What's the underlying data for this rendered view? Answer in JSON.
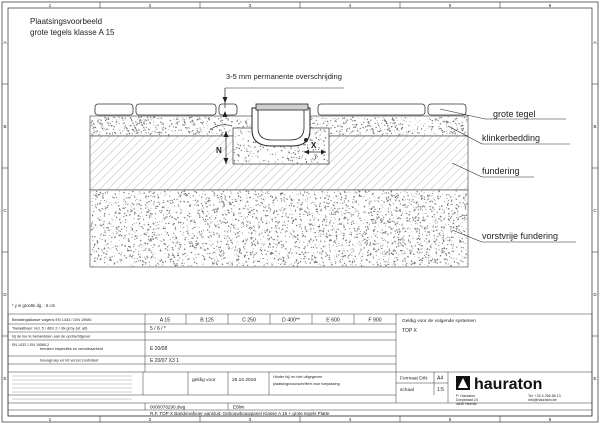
{
  "title": {
    "line1": "Plaatsingsvoorbeeld",
    "line2": "grote tegels klasse A 15"
  },
  "frame": {
    "col_marks": [
      "1",
      "2",
      "3",
      "4",
      "5",
      "6"
    ],
    "row_marks": [
      "A",
      "B",
      "C",
      "D",
      "E"
    ]
  },
  "annotations": {
    "gap": "3-5 mm permanente overschrijding",
    "dim_n": "N",
    "dim_x": "X",
    "labels": [
      "grote tegel",
      "klinkerbedding",
      "fundering",
      "vorstvrije fundering"
    ]
  },
  "note": "* y in grootte dg.    : 6 cm",
  "title_block": {
    "row1_label": "Belastingsklasse volgens EN 1433 / DIN 19580",
    "classes": [
      "A 15",
      "B 125",
      "C 250",
      "D 400**",
      "E 600",
      "F 900"
    ],
    "row2_label": "Toelaatbaar: incl. 5 / dB's 2 / dlx gi by (ut: alt)",
    "row2_value": "5 / 6 / *",
    "row3_label": "bij de toe te behandelen aan de opdrachtgever",
    "row4_code": "EN 1433 1 EN 19580-2",
    "row4_label": "breuken inspecties en vervolbaarheid",
    "row4_value": "E 20/08",
    "row5_label": "bouwgroep en tot verzet controlled",
    "row5_value": "E 20/07 X3 1",
    "applies_label": "Geldig voor de volgende systemen",
    "applies_value": "TOP X",
    "valid_label": "geldig voor",
    "date": "25.10.2018",
    "notice_line1": "Hinder bij/ en niet uitgegeven",
    "notice_line2": "plaatsingsvoorschriften voor toepassing",
    "format_label": "Formaat DIN",
    "format_value": "A4",
    "scale_label": "schaal",
    "scale_value": "1:5",
    "brand": "hauraton",
    "address": [
      "P: Hauraton",
      "Dorpstraat 24",
      "4840 Heerde"
    ],
    "contact": [
      "Tel: +32 4 256 66 13",
      "info@hauraton.be"
    ],
    "drawing_no": "0000078290.dwg",
    "revision": "E8lim",
    "footer": "R.F. TOP X Bandenafvoer aansluit: Gebouwbouwpanel Klasse A 15 + grote tegels Platte"
  }
}
